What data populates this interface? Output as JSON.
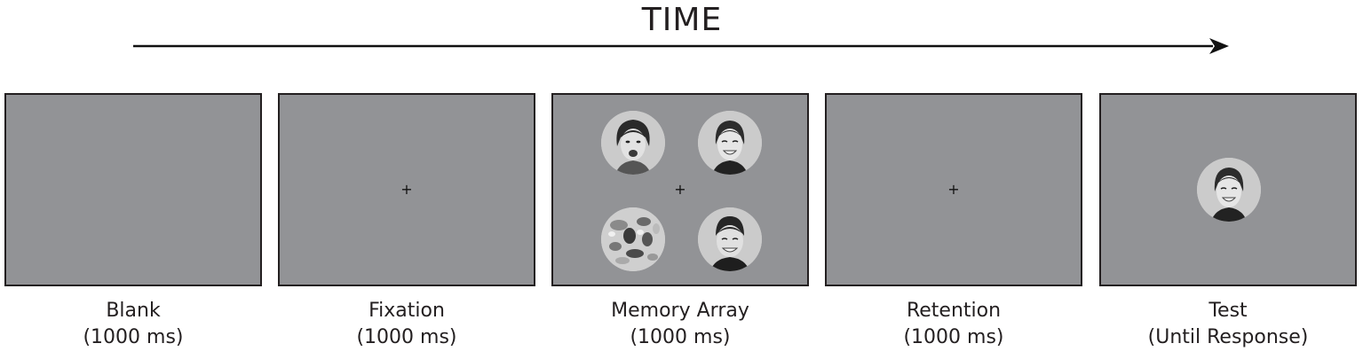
{
  "timeline": {
    "label": "TIME"
  },
  "fixation_symbol": "+",
  "colors": {
    "panel": "#929396",
    "border": "#231f20",
    "text": "#231f20"
  },
  "stages": [
    {
      "name": "Blank",
      "duration": "(1000 ms)"
    },
    {
      "name": "Fixation",
      "duration": "(1000 ms)"
    },
    {
      "name": "Memory Array",
      "duration": "(1000 ms)"
    },
    {
      "name": "Retention",
      "duration": "(1000 ms)"
    },
    {
      "name": "Test",
      "duration": "(Until Response)"
    }
  ]
}
